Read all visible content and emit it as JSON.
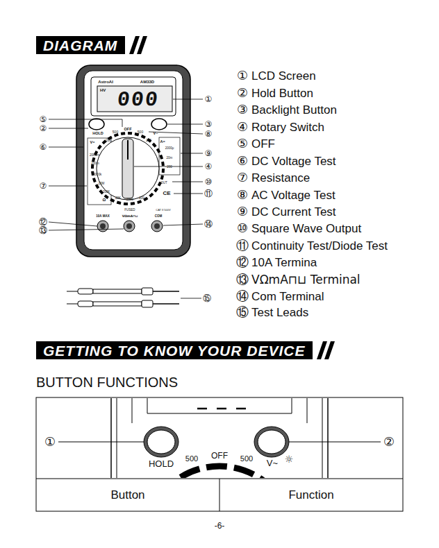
{
  "diagram": {
    "nodes": [
      {
        "text": [
          "DIAGRAM"
        ]
      },
      {
        "text": [
          "HV",
          "000"
        ]
      },
      {
        "text": [
          "GETTING TO KNOW YOUR DEVICE"
        ]
      },
      {
        "text": [
          "Button"
        ]
      },
      {
        "text": [
          "Function"
        ]
      }
    ],
    "labels": [
      "AstroAI",
      "AM33D",
      "HOLD",
      "500",
      "OFF",
      "500",
      "V~",
      "200",
      "V=",
      "2000m",
      "200m",
      "2000k",
      "20M",
      "200K",
      "20K",
      "2000",
      "200",
      "Ω",
      "200",
      "A=",
      "2000μ",
      "20m",
      "200",
      "OUT",
      "CE",
      "FUSED",
      "10A MAX",
      "VΩmA⊓⊔",
      "COM",
      "CAT II 500V",
      "①",
      "LCD Screen",
      "②",
      "Hold Button",
      "③",
      "Backlight Button",
      "④",
      "Rotary Switch",
      "⑤",
      "OFF",
      "⑥",
      "DC Voltage Test",
      "⑦",
      "Resistance",
      "⑧",
      "AC Voltage Test",
      "⑨",
      "DC Current Test",
      "⑩",
      "Square Wave Output",
      "⑪",
      "Continuity Test/Diode Test",
      "⑫",
      "10A Termina",
      "⑬",
      "VΩmA⊓⊔ Terminal",
      "⑭",
      "Com Terminal",
      "⑮",
      "Test Leads",
      "⑤",
      "②",
      "⑥",
      "⑦",
      "⑫",
      "⑬",
      "①",
      "③",
      "⑧",
      "⑨",
      "④",
      "⑩",
      "⑪",
      "⑭",
      "⑮",
      "BUTTON FUNCTIONS",
      "HOLD",
      "500",
      "OFF",
      "500",
      "V~",
      "☼",
      "①",
      "②",
      "-6-"
    ]
  }
}
